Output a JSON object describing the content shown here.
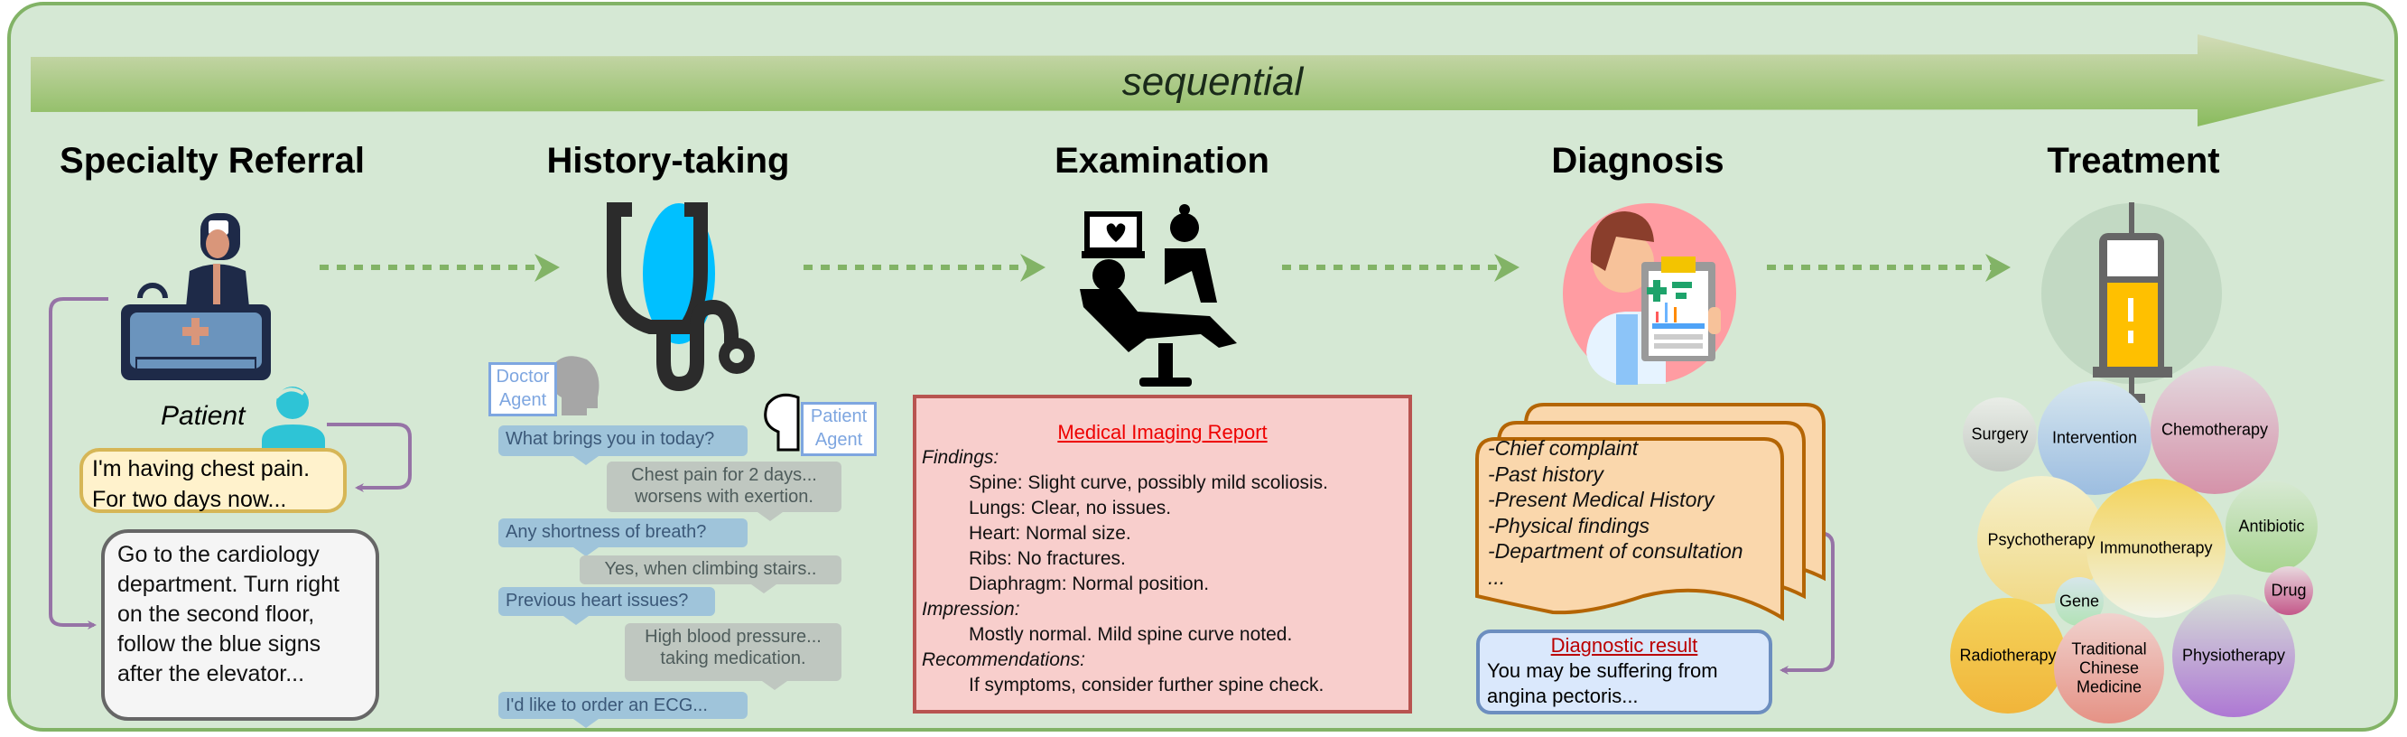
{
  "banner": {
    "label": "sequential"
  },
  "stages": [
    {
      "title": "Specialty Referral",
      "icon": "receptionist-icon"
    },
    {
      "title": "History-taking",
      "icon": "stethoscope-icon"
    },
    {
      "title": "Examination",
      "icon": "examination-icon"
    },
    {
      "title": "Diagnosis",
      "icon": "doctor-clipboard-icon"
    },
    {
      "title": "Treatment",
      "icon": "syringe-icon"
    }
  ],
  "referral": {
    "patient_label": "Patient",
    "patient_speech": [
      "I'm having chest pain.",
      "For two days now..."
    ],
    "receptionist_reply": "Go to the cardiology department. Turn right on the second floor, follow the blue signs after the elevator..."
  },
  "history": {
    "doctor_agent": [
      "Doctor",
      "Agent"
    ],
    "patient_agent": [
      "Patient",
      "Agent"
    ],
    "dialogue": [
      {
        "speaker": "doctor",
        "lines": [
          "What brings you in today?"
        ]
      },
      {
        "speaker": "patient",
        "lines": [
          "Chest pain for 2 days...",
          "worsens with exertion."
        ]
      },
      {
        "speaker": "doctor",
        "lines": [
          "Any shortness of breath?"
        ]
      },
      {
        "speaker": "patient",
        "lines": [
          "Yes, when climbing stairs.."
        ]
      },
      {
        "speaker": "doctor",
        "lines": [
          "Previous heart issues?"
        ]
      },
      {
        "speaker": "patient",
        "lines": [
          "High blood pressure...",
          "taking medication."
        ]
      },
      {
        "speaker": "doctor",
        "lines": [
          "I'd like to order an ECG..."
        ]
      }
    ]
  },
  "examination": {
    "report_title": "Medical Imaging Report",
    "findings_label": "Findings:",
    "findings": [
      "Spine: Slight curve, possibly mild scoliosis.",
      "Lungs: Clear, no issues.",
      "Heart: Normal size.",
      "Ribs: No fractures.",
      "Diaphragm: Normal position."
    ],
    "impression_label": "Impression:",
    "impression": "Mostly normal. Mild spine curve noted.",
    "recommendations_label": "Recommendations:",
    "recommendations": "If symptoms, consider further spine check."
  },
  "diagnosis": {
    "record_items": [
      "-Chief complaint",
      "-Past history",
      "-Present Medical History",
      "-Physical findings",
      "-Department of consultation",
      "..."
    ],
    "result_title": "Diagnostic result",
    "result_text": [
      "You may be suffering from",
      "angina pectoris..."
    ]
  },
  "treatment": {
    "options": [
      {
        "label": "Surgery",
        "colors": [
          "#e9ede7",
          "#c4c9c3"
        ]
      },
      {
        "label": "Intervention",
        "colors": [
          "#d6e6ef",
          "#9cbde0"
        ]
      },
      {
        "label": "Chemotherapy",
        "colors": [
          "#e3d8de",
          "#d592a9"
        ]
      },
      {
        "label": "Psychotherapy",
        "colors": [
          "#f5f0cc",
          "#f1da88"
        ]
      },
      {
        "label": "Immunotherapy",
        "colors": [
          "#f3d35a",
          "#f2f4e8"
        ]
      },
      {
        "label": "Antibiotic",
        "colors": [
          "#d7e9d3",
          "#a7d48f"
        ]
      },
      {
        "label": "Gene",
        "colors": [
          "#d6e6ea",
          "#b2e2b6"
        ]
      },
      {
        "label": "Drug",
        "colors": [
          "#e8d8de",
          "#c4588a"
        ]
      },
      {
        "label": "Radiotherapy",
        "colors": [
          "#f4d45c",
          "#f1b53a"
        ]
      },
      {
        "label": "Traditional\nChinese\nMedicine",
        "colors": [
          "#f0d2ce",
          "#e59285"
        ]
      },
      {
        "label": "Physiotherapy",
        "colors": [
          "#d5ddd7",
          "#ae78d4"
        ]
      }
    ]
  },
  "colors": {
    "background": "#d5e8d4",
    "border": "#82b366",
    "flow_arrow": "#82b366",
    "feedback_arrow": "#9673a6"
  }
}
